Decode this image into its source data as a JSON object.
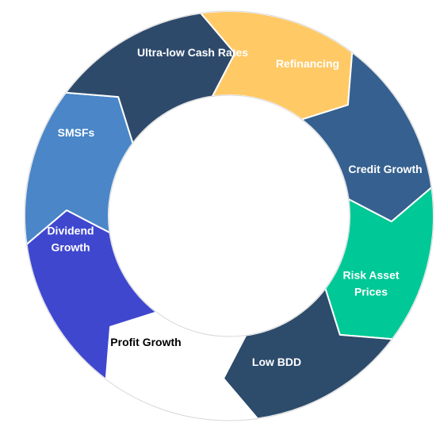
{
  "diagram": {
    "segments": [
      {
        "id": "ultra-low-cash-rates",
        "lines": [
          "Ultra-low Cash Rates"
        ],
        "fill": "#2E4A6B",
        "text_color": "#FFFFFF"
      },
      {
        "id": "refinancing",
        "lines": [
          "Refinancing"
        ],
        "fill": "#FFC966",
        "text_color": "#FFFFFF"
      },
      {
        "id": "credit-growth",
        "lines": [
          "Credit Growth"
        ],
        "fill": "#35608F",
        "text_color": "#FFFFFF"
      },
      {
        "id": "risk-asset-prices",
        "lines": [
          "Risk Asset",
          "Prices"
        ],
        "fill": "#00C896",
        "text_color": "#FFFFFF"
      },
      {
        "id": "low-bdd",
        "lines": [
          "Low BDD"
        ],
        "fill": "#2D4B6B",
        "text_color": "#FFFFFF"
      },
      {
        "id": "profit-growth",
        "lines": [
          "Profit Growth"
        ],
        "fill": "#FFFFFF",
        "text_color": "#000000"
      },
      {
        "id": "dividend-growth",
        "lines": [
          "Dividend",
          "Growth"
        ],
        "fill": "#3F47CF",
        "text_color": "#FFFFFF"
      },
      {
        "id": "smsfs",
        "lines": [
          "SMSFs"
        ],
        "fill": "#4A86C8",
        "text_color": "#FFFFFF"
      }
    ]
  }
}
